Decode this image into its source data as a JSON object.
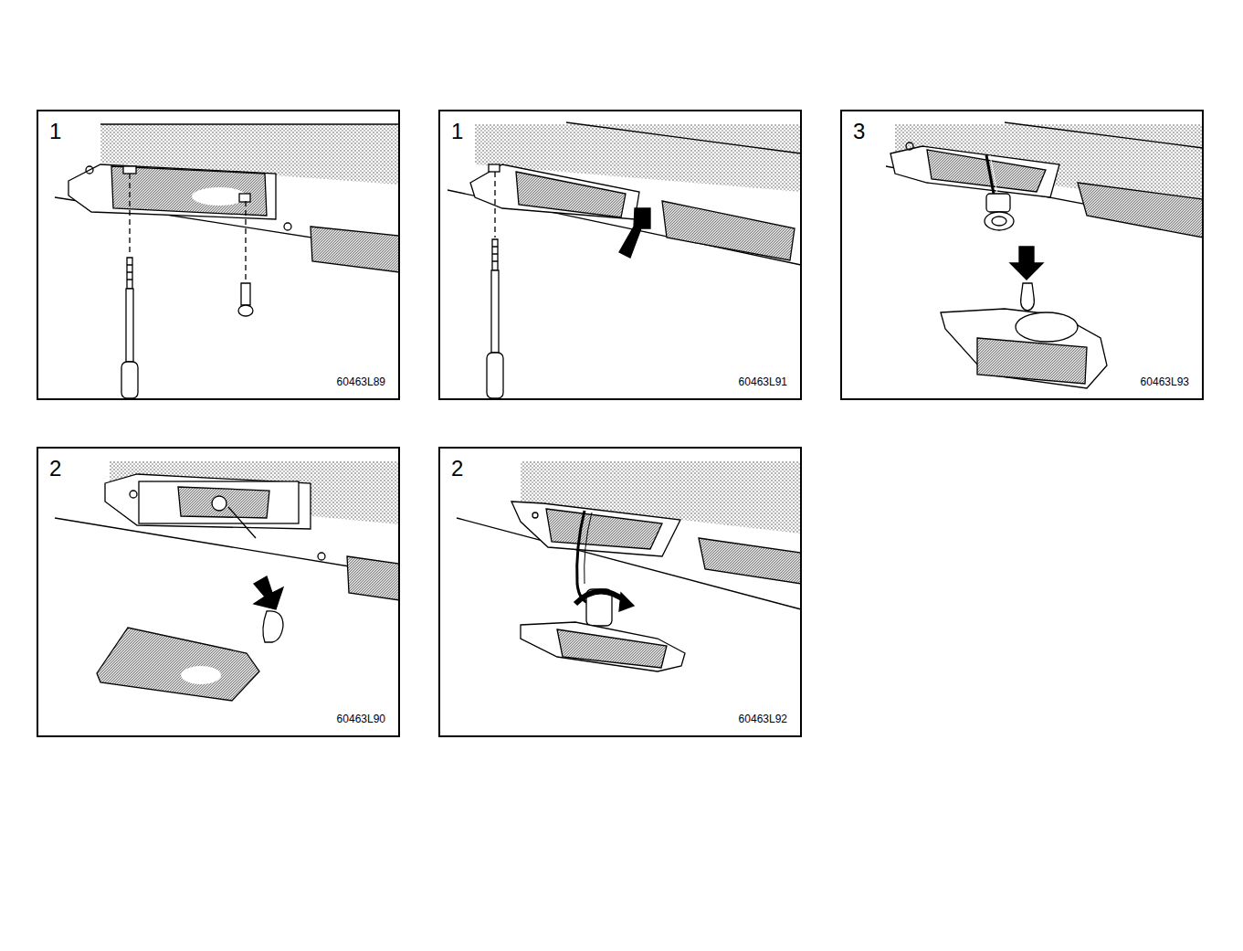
{
  "diagram": {
    "nodes": [
      {
        "text": [
          "1",
          "60463L89"
        ]
      },
      {
        "text": [
          "1",
          "60463L91"
        ]
      },
      {
        "text": [
          "3",
          "60463L93"
        ]
      },
      {
        "text": [
          "2",
          "60463L90"
        ]
      },
      {
        "text": [
          "2",
          "60463L92"
        ]
      }
    ]
  }
}
